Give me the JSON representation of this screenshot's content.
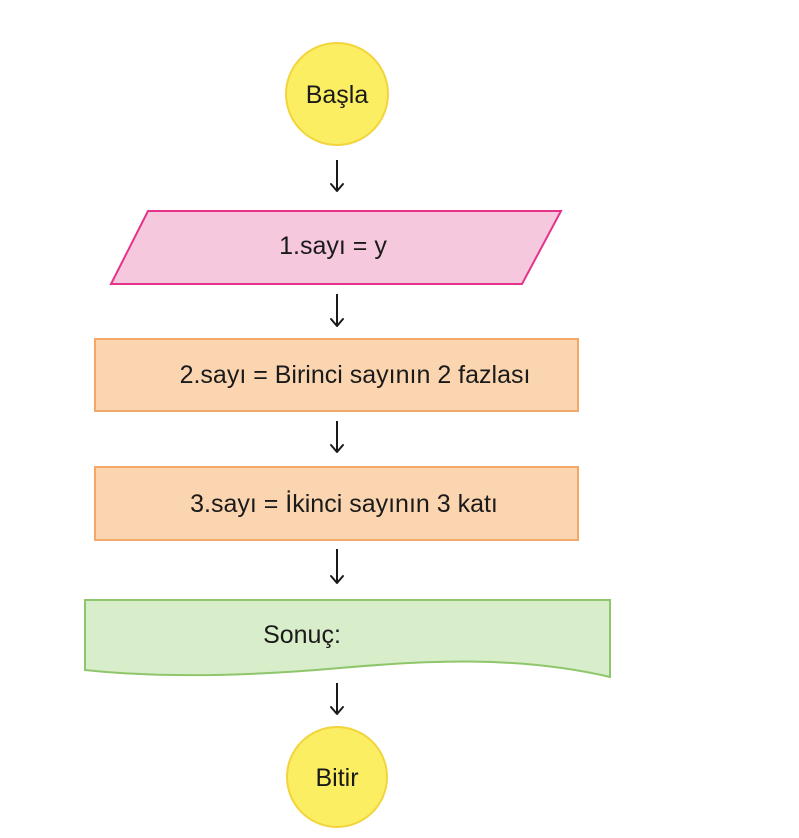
{
  "flowchart": {
    "start": {
      "label": "Başla",
      "shape": "circle",
      "fill": "#fbee63",
      "stroke": "#f2d43c"
    },
    "input": {
      "label": "1.sayı = y",
      "shape": "parallelogram",
      "fill": "#f6c8de",
      "stroke": "#e5328b"
    },
    "process1": {
      "label": "2.sayı = Birinci sayının 2 fazlası",
      "shape": "rectangle",
      "fill": "#fbd5b0",
      "stroke": "#f3a86a"
    },
    "process2": {
      "label": "3.sayı = İkinci sayının 3 katı",
      "shape": "rectangle",
      "fill": "#fbd5b0",
      "stroke": "#f3a86a"
    },
    "output": {
      "label": "Sonuç:",
      "shape": "document",
      "fill": "#d8edc9",
      "stroke": "#8fc66b"
    },
    "end": {
      "label": "Bitir",
      "shape": "circle",
      "fill": "#fbee63",
      "stroke": "#f2d43c"
    },
    "arrow_color": "#1a1a1a"
  }
}
